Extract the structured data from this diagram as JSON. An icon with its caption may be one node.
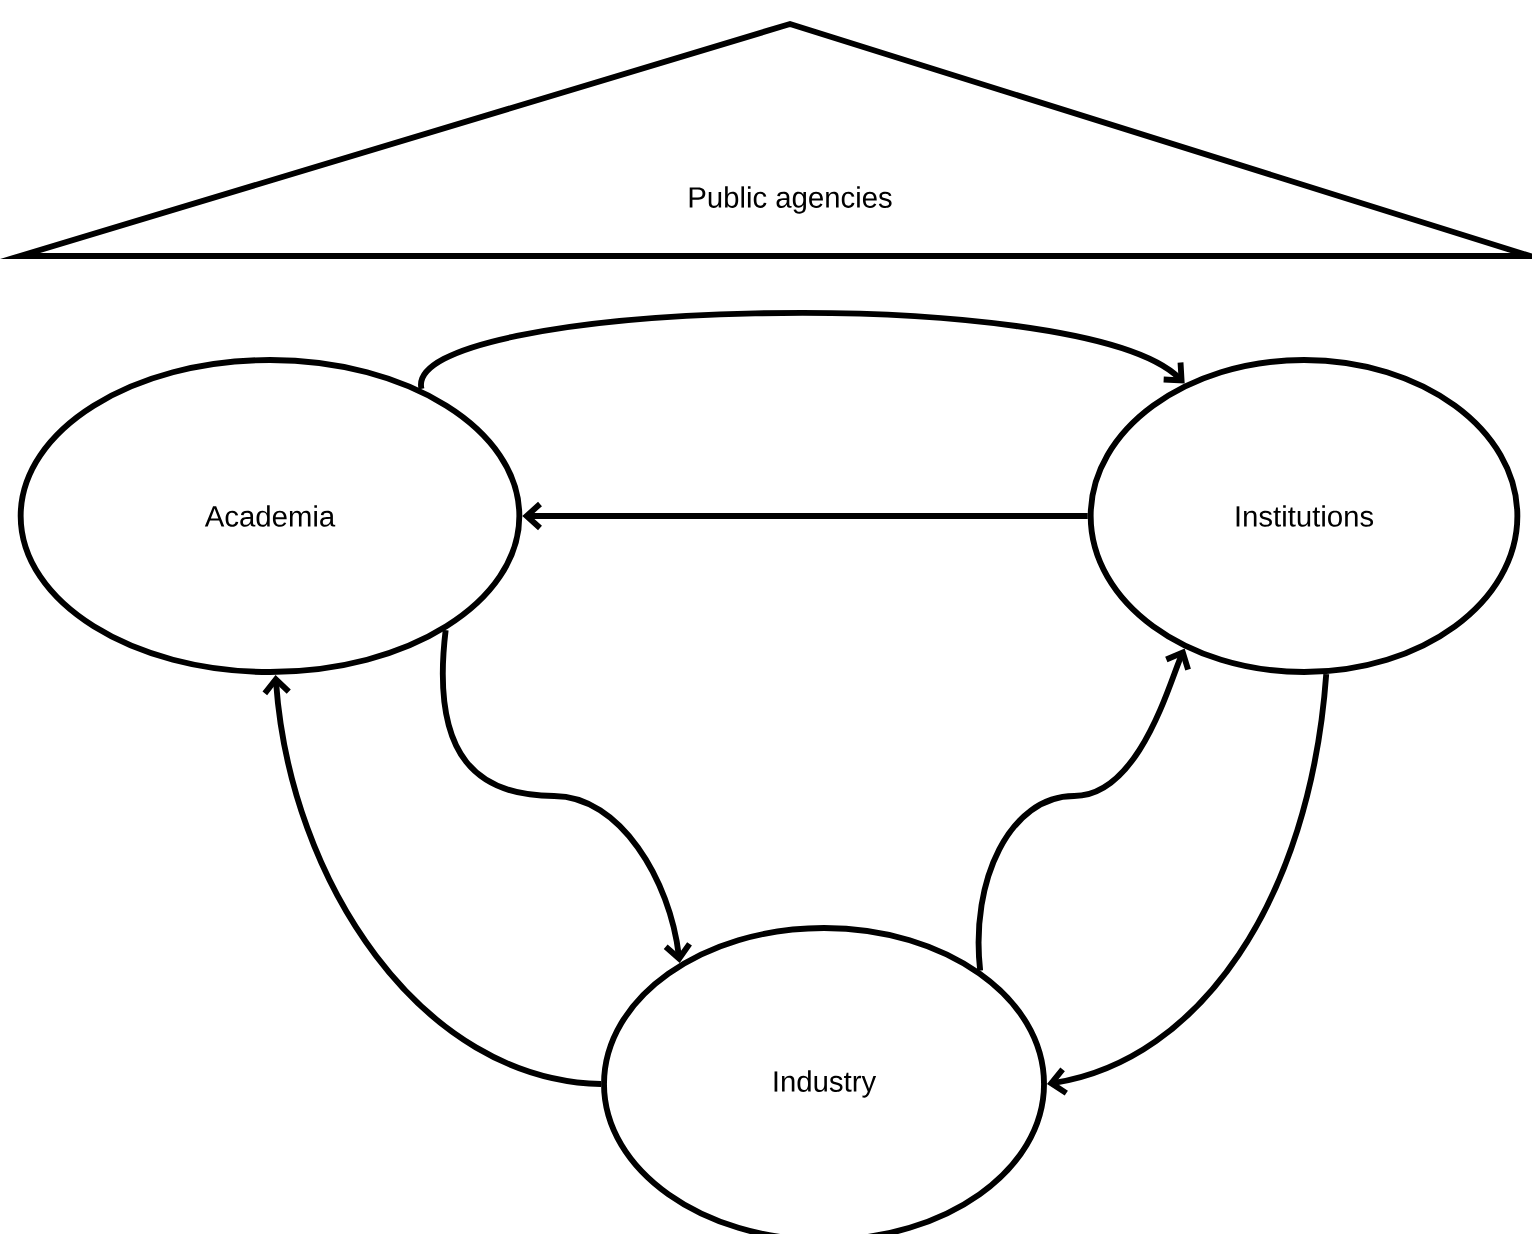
{
  "diagram": {
    "nodes": [
      {
        "text": [
          "Public agencies"
        ]
      },
      {
        "text": [
          "Academia"
        ]
      },
      {
        "text": [
          "Institutions"
        ]
      },
      {
        "text": [
          "Industry"
        ]
      }
    ],
    "edges": [
      {
        "from": 1,
        "to": 2,
        "arrow": "to"
      },
      {
        "from": 2,
        "to": 1,
        "arrow": "to"
      },
      {
        "from": 1,
        "to": 3,
        "arrow": "to"
      },
      {
        "from": 3,
        "to": 1,
        "arrow": "to"
      },
      {
        "from": 3,
        "to": 2,
        "arrow": "to"
      },
      {
        "from": 2,
        "to": 3,
        "arrow": "to"
      }
    ]
  }
}
